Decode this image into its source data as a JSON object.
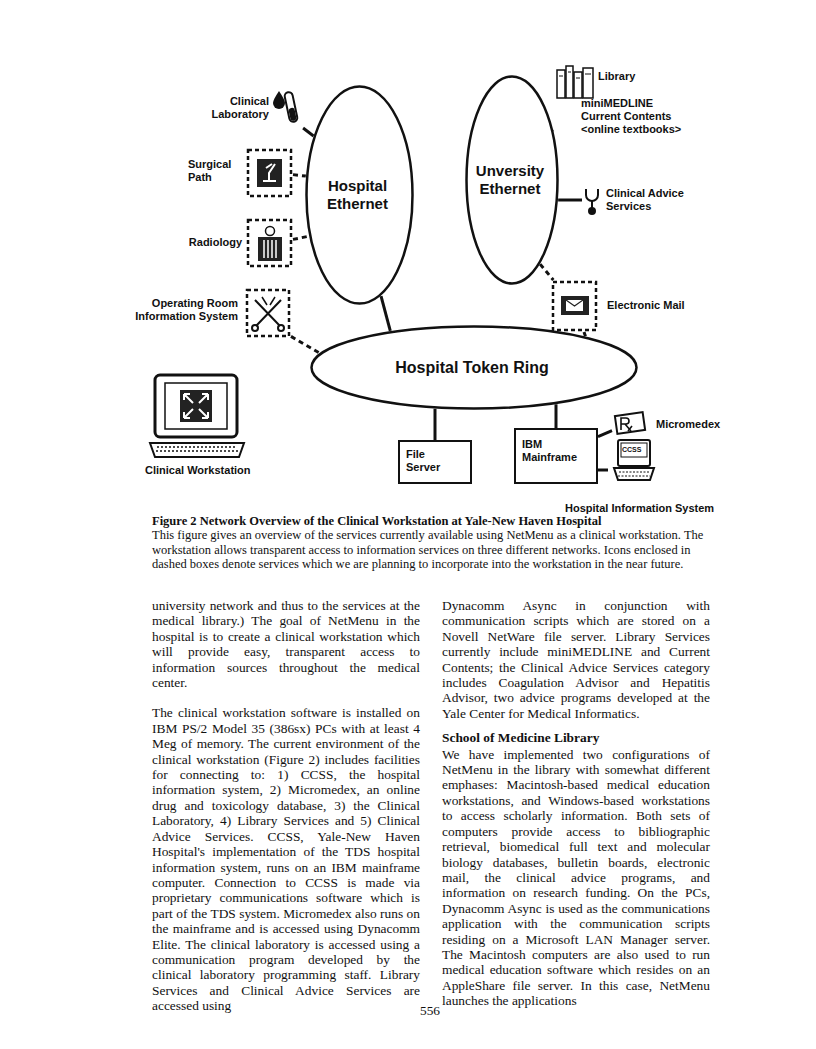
{
  "diagram": {
    "caption": "Figure 2 Network Overview of the Clinical Workstation at Yale-New Haven Hospital",
    "nodes": [
      {
        "text": [
          "Hospital Ethernet"
        ]
      },
      {
        "text": [
          "Unversity Ethernet"
        ]
      },
      {
        "text": [
          "Hospital Token Ring"
        ]
      },
      {
        "text": [
          "Clinical Laboratory"
        ]
      },
      {
        "text": [
          "Surgical Path"
        ]
      },
      {
        "text": [
          "Radiology"
        ]
      },
      {
        "text": [
          "Library",
          "miniMEDLINE",
          "Current Contents",
          "<online textbooks>"
        ]
      },
      {
        "text": [
          "Clinical Advice Services"
        ]
      },
      {
        "text": [
          "Operating Room Information System"
        ]
      },
      {
        "text": [
          "Electronic Mail"
        ]
      },
      {
        "text": [
          "Clinical Workstation"
        ]
      },
      {
        "text": [
          "File Server"
        ]
      },
      {
        "text": [
          "IBM Mainframe"
        ]
      },
      {
        "text": [
          "Micromedex"
        ]
      },
      {
        "text": [
          "Hospital Information System"
        ]
      }
    ],
    "edges": [
      {
        "from": 3,
        "to": 0,
        "arrow": "none"
      },
      {
        "from": 4,
        "to": 0,
        "arrow": "none"
      },
      {
        "from": 5,
        "to": 0,
        "arrow": "none"
      },
      {
        "from": 0,
        "to": 2,
        "arrow": "none"
      },
      {
        "from": 6,
        "to": 1,
        "arrow": "none"
      },
      {
        "from": 7,
        "to": 1,
        "arrow": "none"
      },
      {
        "from": 1,
        "to": 9,
        "arrow": "none"
      },
      {
        "from": 9,
        "to": 2,
        "arrow": "none"
      },
      {
        "from": 8,
        "to": 2,
        "arrow": "none"
      },
      {
        "from": 11,
        "to": 2,
        "arrow": "none"
      },
      {
        "from": 12,
        "to": 2,
        "arrow": "none"
      },
      {
        "from": 12,
        "to": 13,
        "arrow": "none"
      },
      {
        "from": 12,
        "to": 14,
        "arrow": "none"
      }
    ],
    "labels": [
      "CCSS",
      "This figure gives an overview of the services currently available using NetMenu as a clinical workstation. The workstation allows transparent access to information services on three different networks. Icons enclosed in dashed boxes denote services which we are planning to incorporate into the workstation in the near future.",
      "university network and thus to the services at the medical library.) The goal of NetMenu in the hospital is to create a clinical workstation which will provide easy, transparent access to information sources throughout the medical center.",
      "The clinical workstation software is installed on IBM PS/2 Model 35 (386sx) PCs with at least 4 Meg of memory. The current environment of the clinical workstation (Figure 2) includes facilities for connecting to: 1) CCSS, the hospital information system, 2) Micromedex, an online drug and toxicology database, 3) the Clinical Laboratory, 4) Library Services and 5) Clinical Advice Services. CCSS, Yale-New Haven Hospital's implementation of the TDS hospital information system, runs on an IBM mainframe computer. Connection to CCSS is made via proprietary communications software which is part of the TDS system. Micromedex also runs on the mainframe and is accessed using Dynacomm Elite. The clinical laboratory is accessed using a communication program developed by the clinical laboratory programming staff. Library Services and Clinical Advice Services are accessed using",
      "Dynacomm Async in conjunction with communication scripts which are stored on a Novell NetWare file server. Library Services currently include miniMEDLINE and Current Contents; the Clinical Advice Services category includes Coagulation Advisor and Hepatitis Advisor, two advice programs developed at the Yale Center for Medical Informatics.",
      "School of Medicine Library",
      "We have implemented two configurations of NetMenu in the library with somewhat different emphases: Macintosh-based medical education workstations, and Windows-based workstations to access scholarly information. Both sets of computers provide access to bibliographic retrieval, biomedical full text and molecular biology databases, bulletin boards, electronic mail, the clinical advice programs, and information on research funding. On the PCs, Dynacomm Async is used as the communications application with the communication scripts residing on a Microsoft LAN Manager server. The Macintosh computers are also used to run medical education software which resides on an AppleShare file server. In this case, NetMenu launches the applications",
      "556"
    ]
  }
}
